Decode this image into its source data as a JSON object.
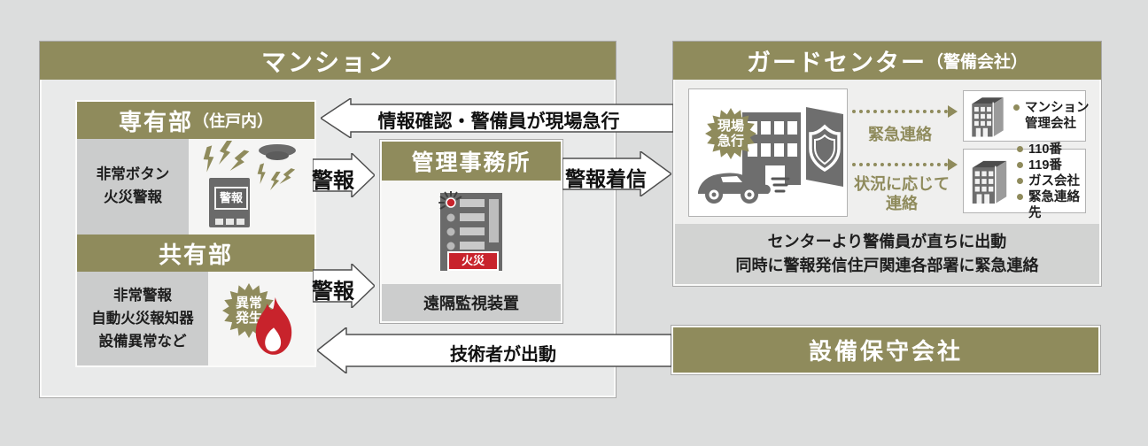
{
  "colors": {
    "olive": "#8f8b5c",
    "red": "#c8232c",
    "background": "#dcdddd",
    "panel_gray": "#cbcccc",
    "box_fill": "#e9eaea",
    "dark_gray": "#6e6e6e"
  },
  "mansion": {
    "title": "マンション",
    "private": {
      "title": "専有部",
      "suffix": "（住戸内）",
      "line1": "非常ボタン",
      "line2": "火災警報",
      "device_label": "警報"
    },
    "common": {
      "title": "共有部",
      "line1": "非常警報",
      "line2": "自動火災報知器",
      "line3": "設備異常など",
      "burst_line1": "異常",
      "burst_line2": "発生"
    }
  },
  "management_office": {
    "title": "管理事務所",
    "alarm_label": "火災",
    "caption": "遠隔監視装置"
  },
  "arrows": {
    "alert1": "警報",
    "alert2": "警報",
    "alert_incoming": "警報着信",
    "info_return": "情報確認・警備員が現場急行",
    "technician": "技術者が出動"
  },
  "guard_center": {
    "title": "ガードセンター",
    "suffix": "（警備会社）",
    "burst_line1": "現場",
    "burst_line2": "急行",
    "contact_emergency_label": "緊急連絡",
    "contact_situation_line1": "状況に応じて",
    "contact_situation_line2": "連絡",
    "target1_items": [
      "マンション管理会社"
    ],
    "target2_items": [
      "110番",
      "119番",
      "ガス会社",
      "緊急連絡先"
    ],
    "note_line1": "センターより警備員が直ちに出動",
    "note_line2": "同時に警報発信住戸関連各部署に緊急連絡"
  },
  "maintenance_company": {
    "title": "設備保守会社"
  },
  "icons": {
    "burst": "starburst-badge",
    "flame": "fire-flame",
    "bolt": "lightning-bolt",
    "smoke_detector": "smoke-detector",
    "intercom": "alarm-intercom-panel",
    "monitor": "remote-monitor-panel",
    "building": "office-building",
    "guard_building": "guard-center-building",
    "car": "security-car",
    "shield": "security-shield",
    "bullet": "list-bullet",
    "dotted_arrow": "dotted-connector-arrow"
  }
}
